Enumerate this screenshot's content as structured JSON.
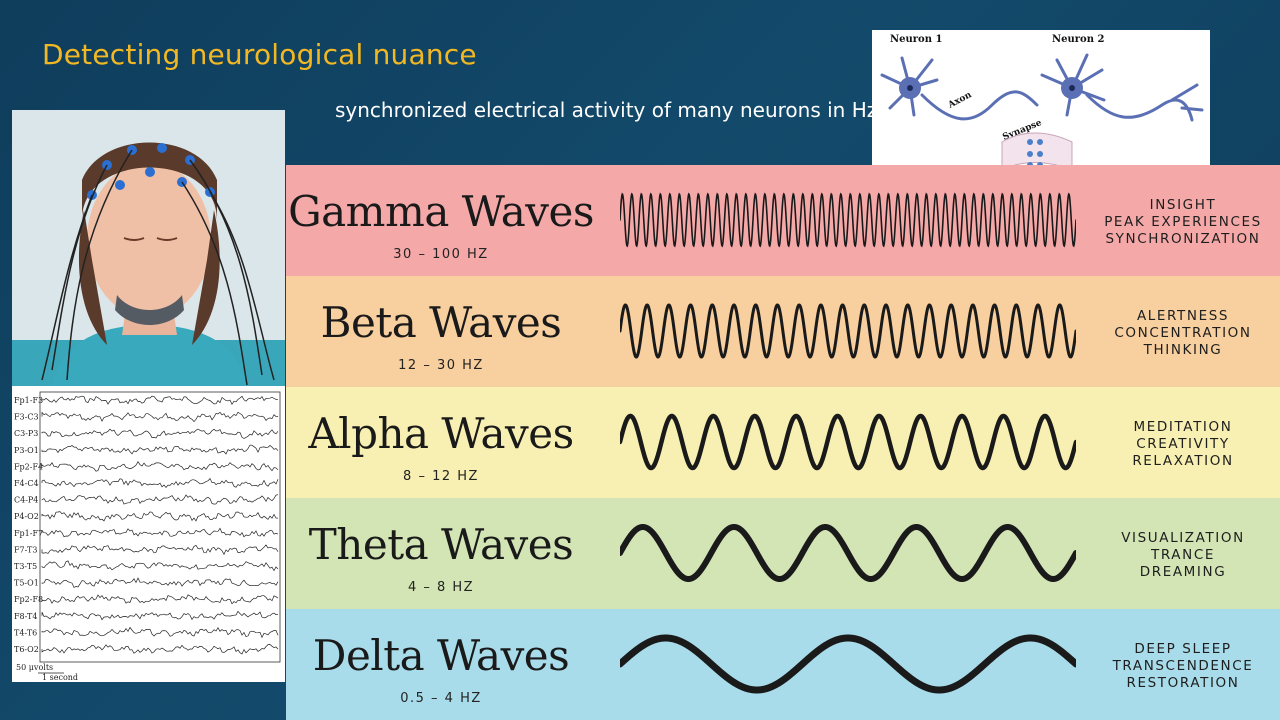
{
  "slide": {
    "title": "Detecting neurological nuance",
    "subtitle": "synchronized electrical activity of many neurons in Hz"
  },
  "neuron_diagram": {
    "neuron1": "Neuron 1",
    "neuron2": "Neuron 2",
    "axon": "Axon",
    "synapse": "Synapse"
  },
  "eeg": {
    "channels": [
      "Fp1-F3",
      "F3-C3",
      "C3-P3",
      "P3-O1",
      "Fp2-F4",
      "F4-C4",
      "C4-P4",
      "P4-O2",
      "Fp1-F7",
      "F7-T3",
      "T3-T5",
      "T5-O1",
      "Fp2-F8",
      "F8-T4",
      "T4-T6",
      "T6-O2"
    ],
    "scale_amplitude": "50 μvolts",
    "scale_time": "1 second"
  },
  "bands": [
    {
      "name": "Gamma Waves",
      "range": "30 – 100 HZ",
      "states": [
        "INSIGHT",
        "PEAK EXPERIENCES",
        "SYNCHRONIZATION"
      ],
      "color": "#f4a9a8",
      "cycles": 48
    },
    {
      "name": "Beta Waves",
      "range": "12 – 30 HZ",
      "states": [
        "ALERTNESS",
        "CONCENTRATION",
        "THINKING"
      ],
      "color": "#f8cf9f",
      "cycles": 21
    },
    {
      "name": "Alpha Waves",
      "range": "8 – 12 HZ",
      "states": [
        "MEDITATION",
        "CREATIVITY",
        "RELAXATION"
      ],
      "color": "#f8f0b2",
      "cycles": 11
    },
    {
      "name": "Theta Waves",
      "range": "4 – 8 HZ",
      "states": [
        "VISUALIZATION",
        "TRANCE",
        "DREAMING"
      ],
      "color": "#d3e5b5",
      "cycles": 5
    },
    {
      "name": "Delta Waves",
      "range": "0.5 – 4 HZ",
      "states": [
        "DEEP SLEEP",
        "TRANSCENDENCE",
        "RESTORATION"
      ],
      "color": "#a9dcea",
      "cycles": 2.5
    }
  ]
}
